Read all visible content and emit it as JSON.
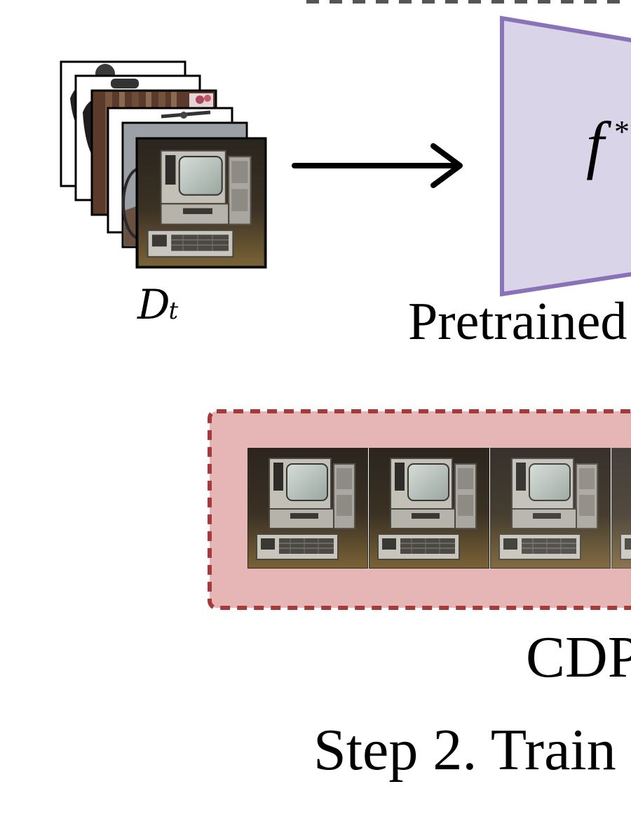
{
  "figure": {
    "dataset": {
      "symbol": "D",
      "subscript": "t"
    },
    "model": {
      "symbol": "f",
      "superscript": "*",
      "caption": "Pretrained C"
    },
    "cdp": {
      "caption": "CDP",
      "frame_count": 4
    },
    "step": {
      "caption": "Step 2. Train"
    }
  },
  "colors": {
    "model_fill": "#d9d4e8",
    "model_stroke": "#8a72b8",
    "cdp_fill": "#e6b5b5",
    "cdp_stroke": "#a63a3a",
    "arrow": "#000000",
    "screen": "#bcc6c1",
    "computer_body": "#b9b7ae",
    "wood": "#6b5430"
  }
}
